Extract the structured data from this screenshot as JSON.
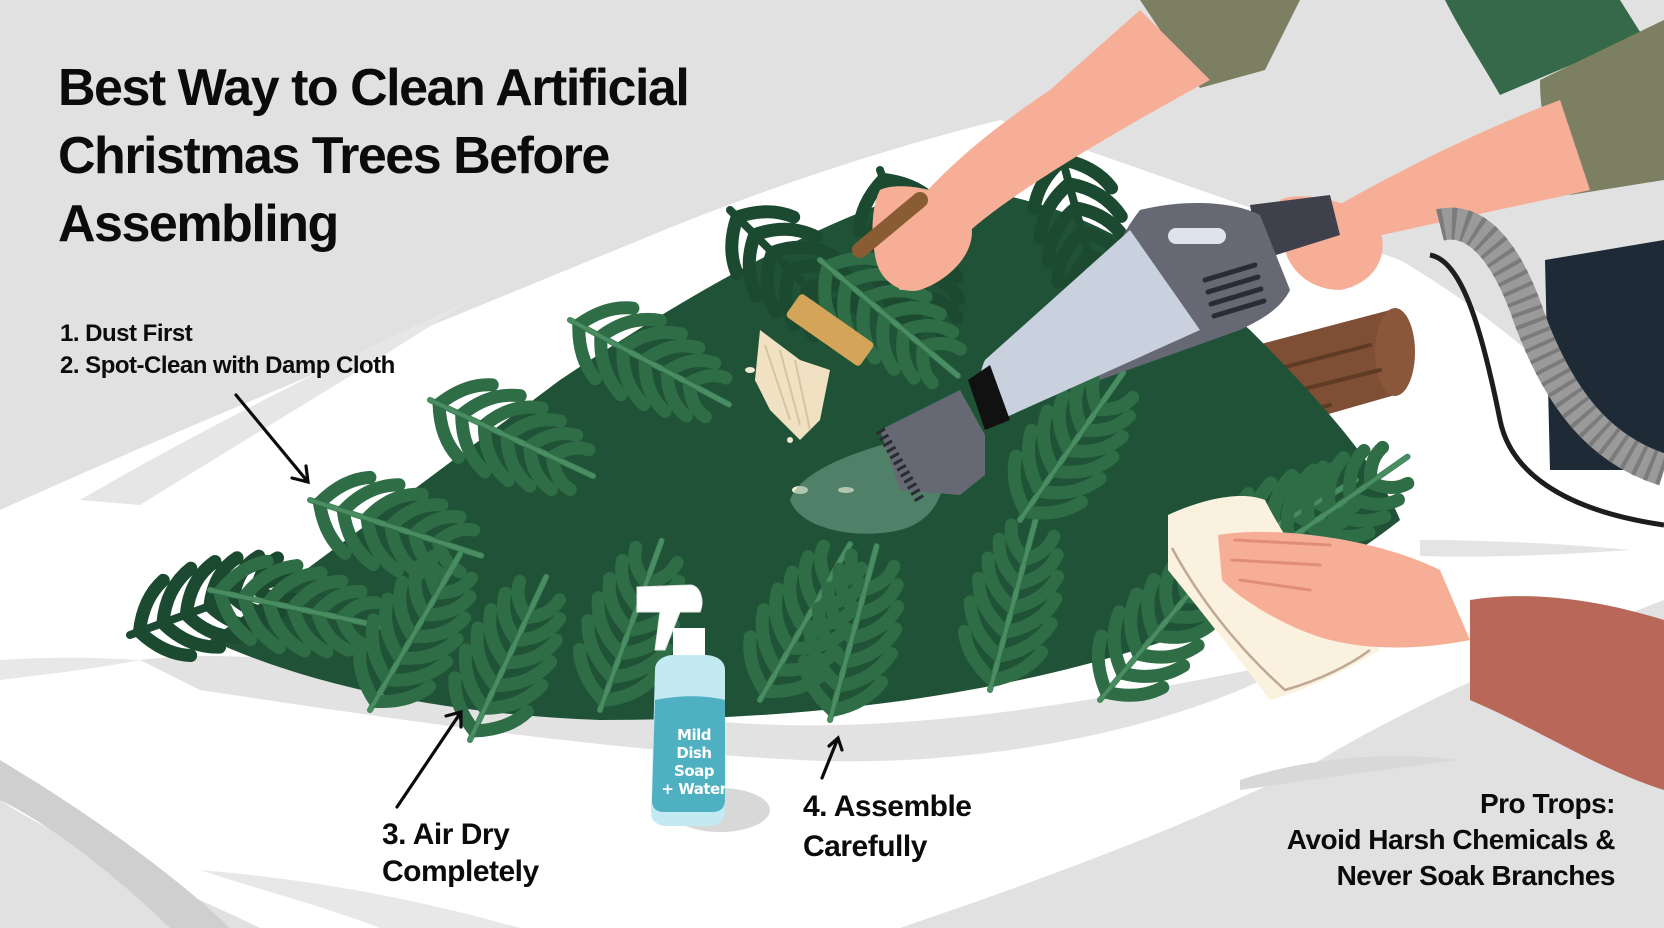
{
  "title": {
    "lines": [
      "Best Way to Clean Artificial",
      "Christmas Trees Before",
      "Assembling"
    ]
  },
  "steps": {
    "step1": "1. Dust First",
    "step2": "2. Spot-Clean with Damp Cloth",
    "step3": {
      "line1": "3. Air Dry",
      "line2": "Completely"
    },
    "step4": {
      "line1": "4. Assemble",
      "line2": "Carefully"
    }
  },
  "bottle": {
    "label_lines": [
      "Mild",
      "Dish Soap",
      "+ Water"
    ]
  },
  "pro_tips": {
    "heading": "Pro Trops:",
    "line1": "Avoid Harsh Chemicals &",
    "line2": "Never Soak Branches"
  },
  "illustration": {
    "elements": [
      "artificial-tree-branch",
      "bristle-brush",
      "handheld-vacuum",
      "vacuum-hose",
      "wooden-trunk",
      "cleaning-cloth",
      "spray-bottle",
      "hands"
    ]
  },
  "colors": {
    "background": "#e1e1e1",
    "sheet": "#ffffff",
    "tree_dark": "#1f5236",
    "tree_light": "#3a7a52",
    "skin": "#f7ae96",
    "sleeve_olive": "#7d7f62",
    "shirt_green": "#35694a",
    "sleeve_rust": "#b86758",
    "vacuum_gray": "#666873",
    "vacuum_light": "#c9d1de",
    "bottle_blue": "#4fb0c2",
    "text": "#0b0b0b"
  }
}
